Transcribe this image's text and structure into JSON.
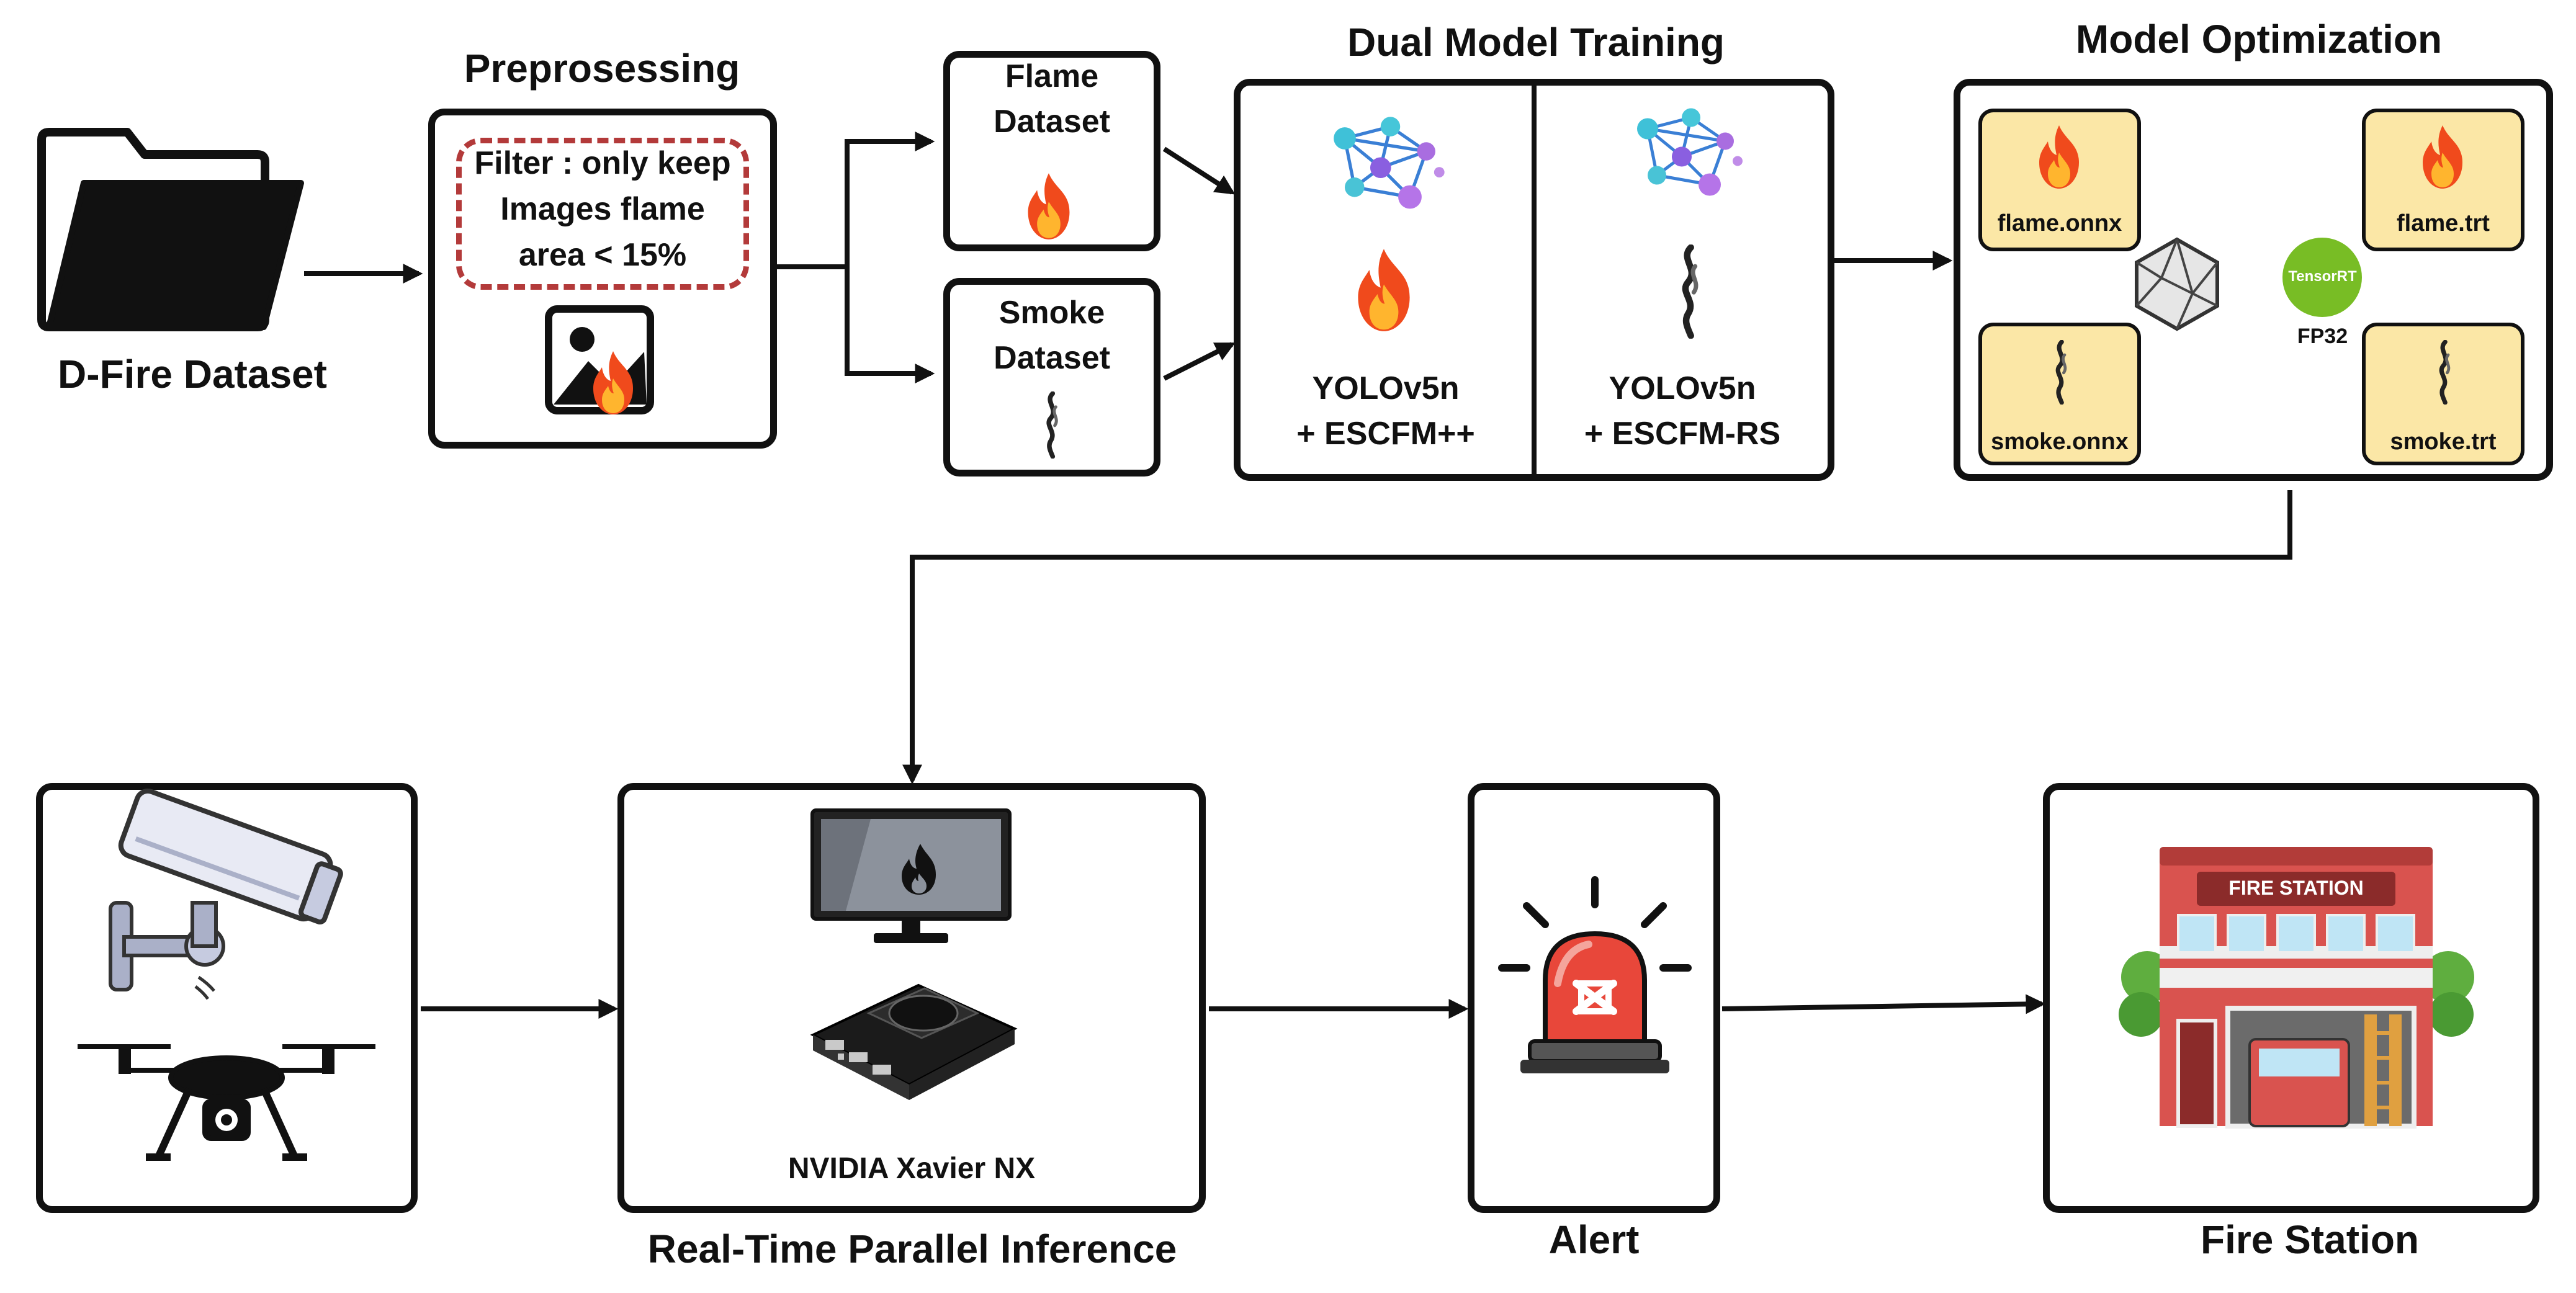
{
  "stages": {
    "dfire": {
      "label": "D-Fire Dataset"
    },
    "preprocessing": {
      "title": "Preprosessing",
      "filter_lines": [
        "Filter : only keep",
        "Images flame",
        "area < 15%"
      ]
    },
    "flame_dataset": {
      "lines": [
        "Flame",
        "Dataset"
      ]
    },
    "smoke_dataset": {
      "lines": [
        "Smoke",
        "Dataset"
      ]
    },
    "dual_training": {
      "title": "Dual Model Training",
      "left": [
        "YOLOv5n",
        "+ ESCFM++"
      ],
      "right": [
        "YOLOv5n",
        "+ ESCFM-RS"
      ]
    },
    "optimization": {
      "title": "Model Optimization",
      "flame_onnx": "flame.onnx",
      "smoke_onnx": "smoke.onnx",
      "flame_trt": "flame.trt",
      "smoke_trt": "smoke.trt",
      "tensorrt": "TensorRT",
      "precision": "FP32"
    },
    "inference": {
      "device": "NVIDIA Xavier NX",
      "title": "Real-Time  Parallel Inference"
    },
    "alert": {
      "title": "Alert"
    },
    "fire_station": {
      "sign": "FIRE STATION",
      "title": "Fire Station"
    }
  },
  "colors": {
    "stroke": "#111111",
    "flame_outer": "#f04a1c",
    "flame_inner": "#ffb52e",
    "model_box": "#fbe7a6",
    "filter_border": "#b33a3a",
    "tensorrt": "#78bd25",
    "siren": "#e8473a",
    "station": "#d9534f"
  },
  "icons": [
    "folder-icon",
    "image-icon",
    "flame-icon",
    "smoke-icon",
    "neural-network-icon",
    "onnx-icon",
    "tensorrt-icon",
    "cctv-camera-icon",
    "drone-icon",
    "monitor-icon",
    "jetson-board-icon",
    "siren-icon",
    "fire-station-icon"
  ]
}
